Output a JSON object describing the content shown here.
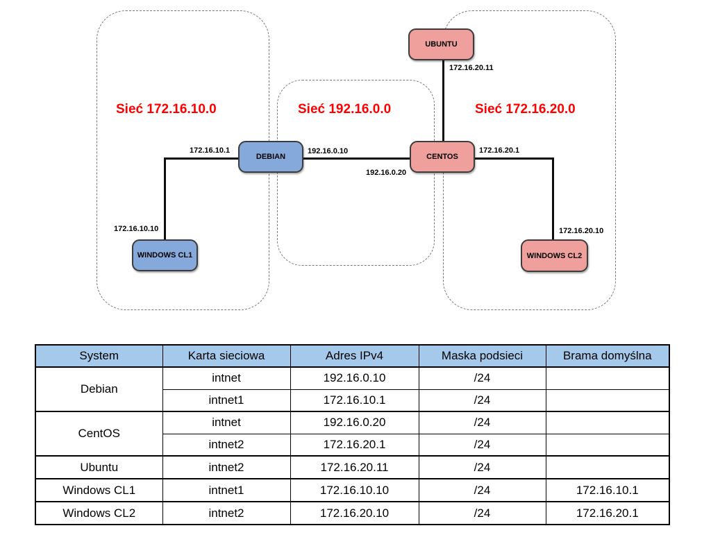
{
  "diagram": {
    "networks": [
      {
        "id": "net-172-16-10-0",
        "label": "Sieć 172.16.10.0"
      },
      {
        "id": "net-192-16-0-0",
        "label": "Sieć 192.16.0.0"
      },
      {
        "id": "net-172-16-20-0",
        "label": "Sieć 172.16.20.0"
      }
    ],
    "nodes": [
      {
        "id": "debian",
        "label": "DEBIAN",
        "color": "#86a9dc"
      },
      {
        "id": "centos",
        "label": "CENTOS",
        "color": "#efa09c"
      },
      {
        "id": "ubuntu",
        "label": "UBUNTU",
        "color": "#efa09c"
      },
      {
        "id": "windows-cl1",
        "label": "WINDOWS CL1",
        "color": "#86a9dc"
      },
      {
        "id": "windows-cl2",
        "label": "WINDOWS CL2",
        "color": "#efa09c"
      }
    ],
    "ip_labels": [
      {
        "id": "debian-intnet1",
        "text": "172.16.10.1"
      },
      {
        "id": "debian-intnet",
        "text": "192.16.0.10"
      },
      {
        "id": "centos-intnet",
        "text": "192.16.0.20"
      },
      {
        "id": "centos-intnet2",
        "text": "172.16.20.1"
      },
      {
        "id": "ubuntu-intnet2",
        "text": "172.16.20.11"
      },
      {
        "id": "cl1-intnet1",
        "text": "172.16.10.10"
      },
      {
        "id": "cl2-intnet2",
        "text": "172.16.20.10"
      }
    ],
    "colors": {
      "network_title": "#ff0000",
      "blue_node": "#86a9dc",
      "pink_node": "#efa09c",
      "link": "#0d0d0d"
    }
  },
  "table": {
    "header_bg": "#a5c9ea",
    "headers": [
      "System",
      "Karta sieciowa",
      "Adres IPv4",
      "Maska podsieci",
      "Brama domyślna"
    ],
    "rows": [
      {
        "system": "Debian",
        "nic": "intnet",
        "ip": "192.16.0.10",
        "mask": "/24",
        "gateway": ""
      },
      {
        "system": "",
        "nic": "intnet1",
        "ip": "172.16.10.1",
        "mask": "/24",
        "gateway": ""
      },
      {
        "system": "CentOS",
        "nic": "intnet",
        "ip": "192.16.0.20",
        "mask": "/24",
        "gateway": ""
      },
      {
        "system": "",
        "nic": "intnet2",
        "ip": "172.16.20.1",
        "mask": "/24",
        "gateway": ""
      },
      {
        "system": "Ubuntu",
        "nic": "intnet2",
        "ip": "172.16.20.11",
        "mask": "/24",
        "gateway": ""
      },
      {
        "system": "Windows CL1",
        "nic": "intnet1",
        "ip": "172.16.10.10",
        "mask": "/24",
        "gateway": "172.16.10.1"
      },
      {
        "system": "Windows CL2",
        "nic": "intnet2",
        "ip": "172.16.20.10",
        "mask": "/24",
        "gateway": "172.16.20.1"
      }
    ]
  }
}
